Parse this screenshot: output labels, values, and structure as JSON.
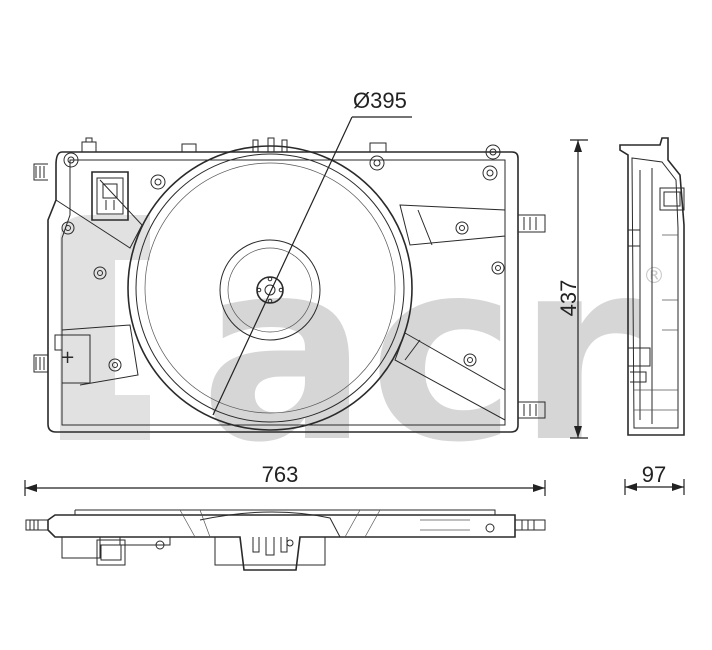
{
  "dimensions": {
    "fan_diameter": "Ø395",
    "height": "437",
    "width": "763",
    "depth": "97"
  },
  "watermark": {
    "text": "acr",
    "registered_mark": "®"
  },
  "colors": {
    "line": "#2a2a2a",
    "watermark": "#b5b5b5",
    "background": "#ffffff"
  }
}
